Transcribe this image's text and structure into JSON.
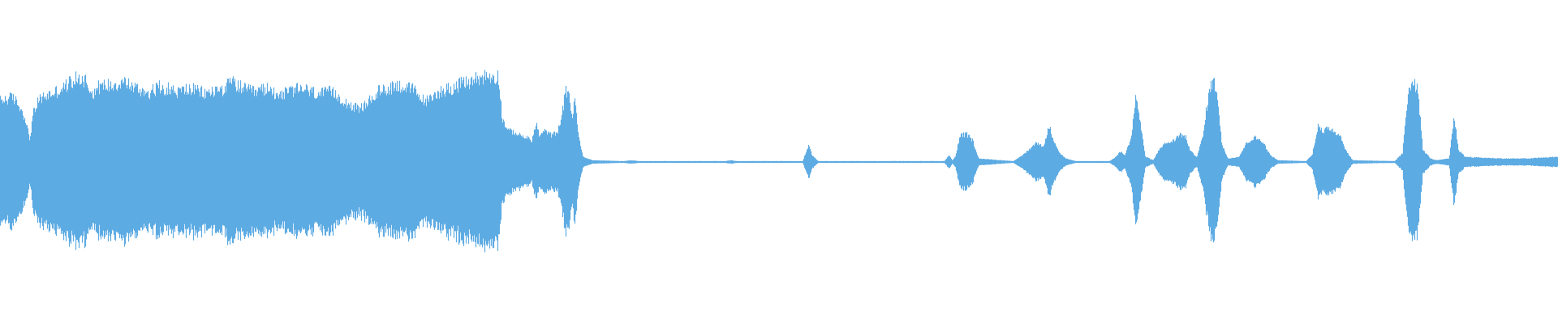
{
  "waveform": {
    "color": "#5DABE3",
    "background": "#FFFFFF",
    "envelope": [
      [
        0.0,
        0.7
      ],
      [
        0.004,
        0.72
      ],
      [
        0.008,
        0.74
      ],
      [
        0.012,
        0.65
      ],
      [
        0.016,
        0.5
      ],
      [
        0.019,
        0.25
      ],
      [
        0.021,
        0.55
      ],
      [
        0.025,
        0.72
      ],
      [
        0.03,
        0.76
      ],
      [
        0.035,
        0.8
      ],
      [
        0.04,
        0.84
      ],
      [
        0.045,
        0.92
      ],
      [
        0.05,
        0.96
      ],
      [
        0.055,
        0.94
      ],
      [
        0.059,
        0.78
      ],
      [
        0.063,
        0.86
      ],
      [
        0.068,
        0.88
      ],
      [
        0.075,
        0.9
      ],
      [
        0.08,
        0.92
      ],
      [
        0.085,
        0.86
      ],
      [
        0.09,
        0.82
      ],
      [
        0.096,
        0.8
      ],
      [
        0.102,
        0.86
      ],
      [
        0.108,
        0.84
      ],
      [
        0.114,
        0.8
      ],
      [
        0.12,
        0.84
      ],
      [
        0.126,
        0.82
      ],
      [
        0.132,
        0.78
      ],
      [
        0.138,
        0.82
      ],
      [
        0.144,
        0.84
      ],
      [
        0.148,
        0.92
      ],
      [
        0.152,
        0.88
      ],
      [
        0.158,
        0.82
      ],
      [
        0.164,
        0.8
      ],
      [
        0.17,
        0.84
      ],
      [
        0.176,
        0.8
      ],
      [
        0.182,
        0.78
      ],
      [
        0.188,
        0.82
      ],
      [
        0.194,
        0.84
      ],
      [
        0.2,
        0.8
      ],
      [
        0.206,
        0.78
      ],
      [
        0.212,
        0.8
      ],
      [
        0.218,
        0.74
      ],
      [
        0.224,
        0.66
      ],
      [
        0.23,
        0.6
      ],
      [
        0.236,
        0.68
      ],
      [
        0.242,
        0.8
      ],
      [
        0.248,
        0.84
      ],
      [
        0.254,
        0.88
      ],
      [
        0.26,
        0.86
      ],
      [
        0.266,
        0.82
      ],
      [
        0.27,
        0.72
      ],
      [
        0.275,
        0.7
      ],
      [
        0.281,
        0.8
      ],
      [
        0.287,
        0.84
      ],
      [
        0.292,
        0.86
      ],
      [
        0.297,
        0.9
      ],
      [
        0.302,
        0.92
      ],
      [
        0.306,
        0.96
      ],
      [
        0.31,
        0.98
      ],
      [
        0.32,
        0.98
      ],
      [
        0.322,
        0.5
      ],
      [
        0.326,
        0.36
      ],
      [
        0.33,
        0.34
      ],
      [
        0.334,
        0.3
      ],
      [
        0.338,
        0.28
      ],
      [
        0.341,
        0.24
      ],
      [
        0.344,
        0.44
      ],
      [
        0.346,
        0.3
      ],
      [
        0.35,
        0.36
      ],
      [
        0.354,
        0.3
      ],
      [
        0.358,
        0.36
      ],
      [
        0.361,
        0.6
      ],
      [
        0.363,
        0.82
      ],
      [
        0.365,
        0.8
      ],
      [
        0.367,
        0.5
      ],
      [
        0.369,
        0.72
      ],
      [
        0.371,
        0.3
      ],
      [
        0.374,
        0.06
      ],
      [
        0.38,
        0.02
      ],
      [
        0.4,
        0.01
      ],
      [
        0.405,
        0.02
      ],
      [
        0.41,
        0.01
      ],
      [
        0.465,
        0.01
      ],
      [
        0.469,
        0.02
      ],
      [
        0.473,
        0.01
      ],
      [
        0.515,
        0.01
      ],
      [
        0.519,
        0.2
      ],
      [
        0.521,
        0.08
      ],
      [
        0.525,
        0.01
      ],
      [
        0.606,
        0.01
      ],
      [
        0.609,
        0.08
      ],
      [
        0.611,
        0.02
      ],
      [
        0.613,
        0.06
      ],
      [
        0.616,
        0.3
      ],
      [
        0.62,
        0.32
      ],
      [
        0.624,
        0.25
      ],
      [
        0.628,
        0.04
      ],
      [
        0.65,
        0.01
      ],
      [
        0.655,
        0.06
      ],
      [
        0.66,
        0.14
      ],
      [
        0.665,
        0.22
      ],
      [
        0.67,
        0.18
      ],
      [
        0.673,
        0.42
      ],
      [
        0.676,
        0.26
      ],
      [
        0.68,
        0.1
      ],
      [
        0.684,
        0.04
      ],
      [
        0.69,
        0.01
      ],
      [
        0.712,
        0.01
      ],
      [
        0.716,
        0.06
      ],
      [
        0.719,
        0.12
      ],
      [
        0.722,
        0.08
      ],
      [
        0.726,
        0.3
      ],
      [
        0.729,
        0.78
      ],
      [
        0.732,
        0.4
      ],
      [
        0.735,
        0.06
      ],
      [
        0.74,
        0.02
      ],
      [
        0.745,
        0.18
      ],
      [
        0.749,
        0.22
      ],
      [
        0.753,
        0.24
      ],
      [
        0.757,
        0.32
      ],
      [
        0.761,
        0.28
      ],
      [
        0.764,
        0.12
      ],
      [
        0.768,
        0.06
      ],
      [
        0.772,
        0.3
      ],
      [
        0.775,
        0.72
      ],
      [
        0.778,
        0.94
      ],
      [
        0.781,
        0.82
      ],
      [
        0.784,
        0.2
      ],
      [
        0.788,
        0.04
      ],
      [
        0.795,
        0.06
      ],
      [
        0.8,
        0.22
      ],
      [
        0.805,
        0.28
      ],
      [
        0.81,
        0.24
      ],
      [
        0.815,
        0.08
      ],
      [
        0.82,
        0.02
      ],
      [
        0.838,
        0.01
      ],
      [
        0.842,
        0.08
      ],
      [
        0.846,
        0.44
      ],
      [
        0.849,
        0.32
      ],
      [
        0.852,
        0.4
      ],
      [
        0.856,
        0.36
      ],
      [
        0.86,
        0.3
      ],
      [
        0.864,
        0.12
      ],
      [
        0.868,
        0.02
      ],
      [
        0.895,
        0.01
      ],
      [
        0.9,
        0.1
      ],
      [
        0.904,
        0.86
      ],
      [
        0.907,
        0.96
      ],
      [
        0.91,
        0.8
      ],
      [
        0.913,
        0.14
      ],
      [
        0.918,
        0.04
      ],
      [
        0.922,
        0.02
      ],
      [
        0.93,
        0.04
      ],
      [
        0.933,
        0.52
      ],
      [
        0.936,
        0.14
      ],
      [
        0.94,
        0.06
      ],
      [
        0.95,
        0.05
      ],
      [
        0.965,
        0.04
      ],
      [
        0.98,
        0.04
      ],
      [
        0.99,
        0.05
      ],
      [
        1.0,
        0.06
      ]
    ]
  }
}
